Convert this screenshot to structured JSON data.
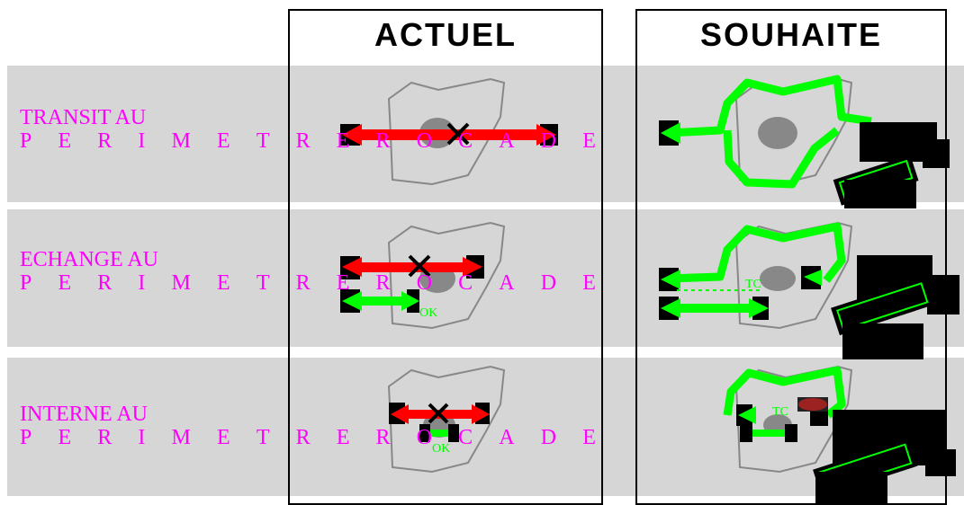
{
  "headers": {
    "actuel": "ACTUEL",
    "souhaite": "SOUHAITE"
  },
  "rows": [
    {
      "line1": "TRANSIT AU",
      "line2": [
        "P",
        "E",
        "R",
        "I",
        "M",
        "E",
        "T",
        "R",
        "E",
        "R",
        "O",
        "C",
        "A",
        "D",
        "E"
      ]
    },
    {
      "line1": "ECHANGE AU",
      "line2": [
        "P",
        "E",
        "R",
        "I",
        "M",
        "E",
        "T",
        "R",
        "E",
        "R",
        "O",
        "C",
        "A",
        "D",
        "E"
      ]
    },
    {
      "line1": "INTERNE AU",
      "line2": [
        "P",
        "E",
        "R",
        "I",
        "M",
        "E",
        "T",
        "R",
        "E",
        "R",
        "O",
        "C",
        "A",
        "D",
        "E"
      ]
    }
  ],
  "annotations": {
    "ok": "OK",
    "tc": "TC"
  },
  "colors": {
    "label": "#ff00ff",
    "band": "#d6d6d6",
    "blocked": "#ff0000",
    "allowed": "#00ff00",
    "center": "#888888"
  }
}
